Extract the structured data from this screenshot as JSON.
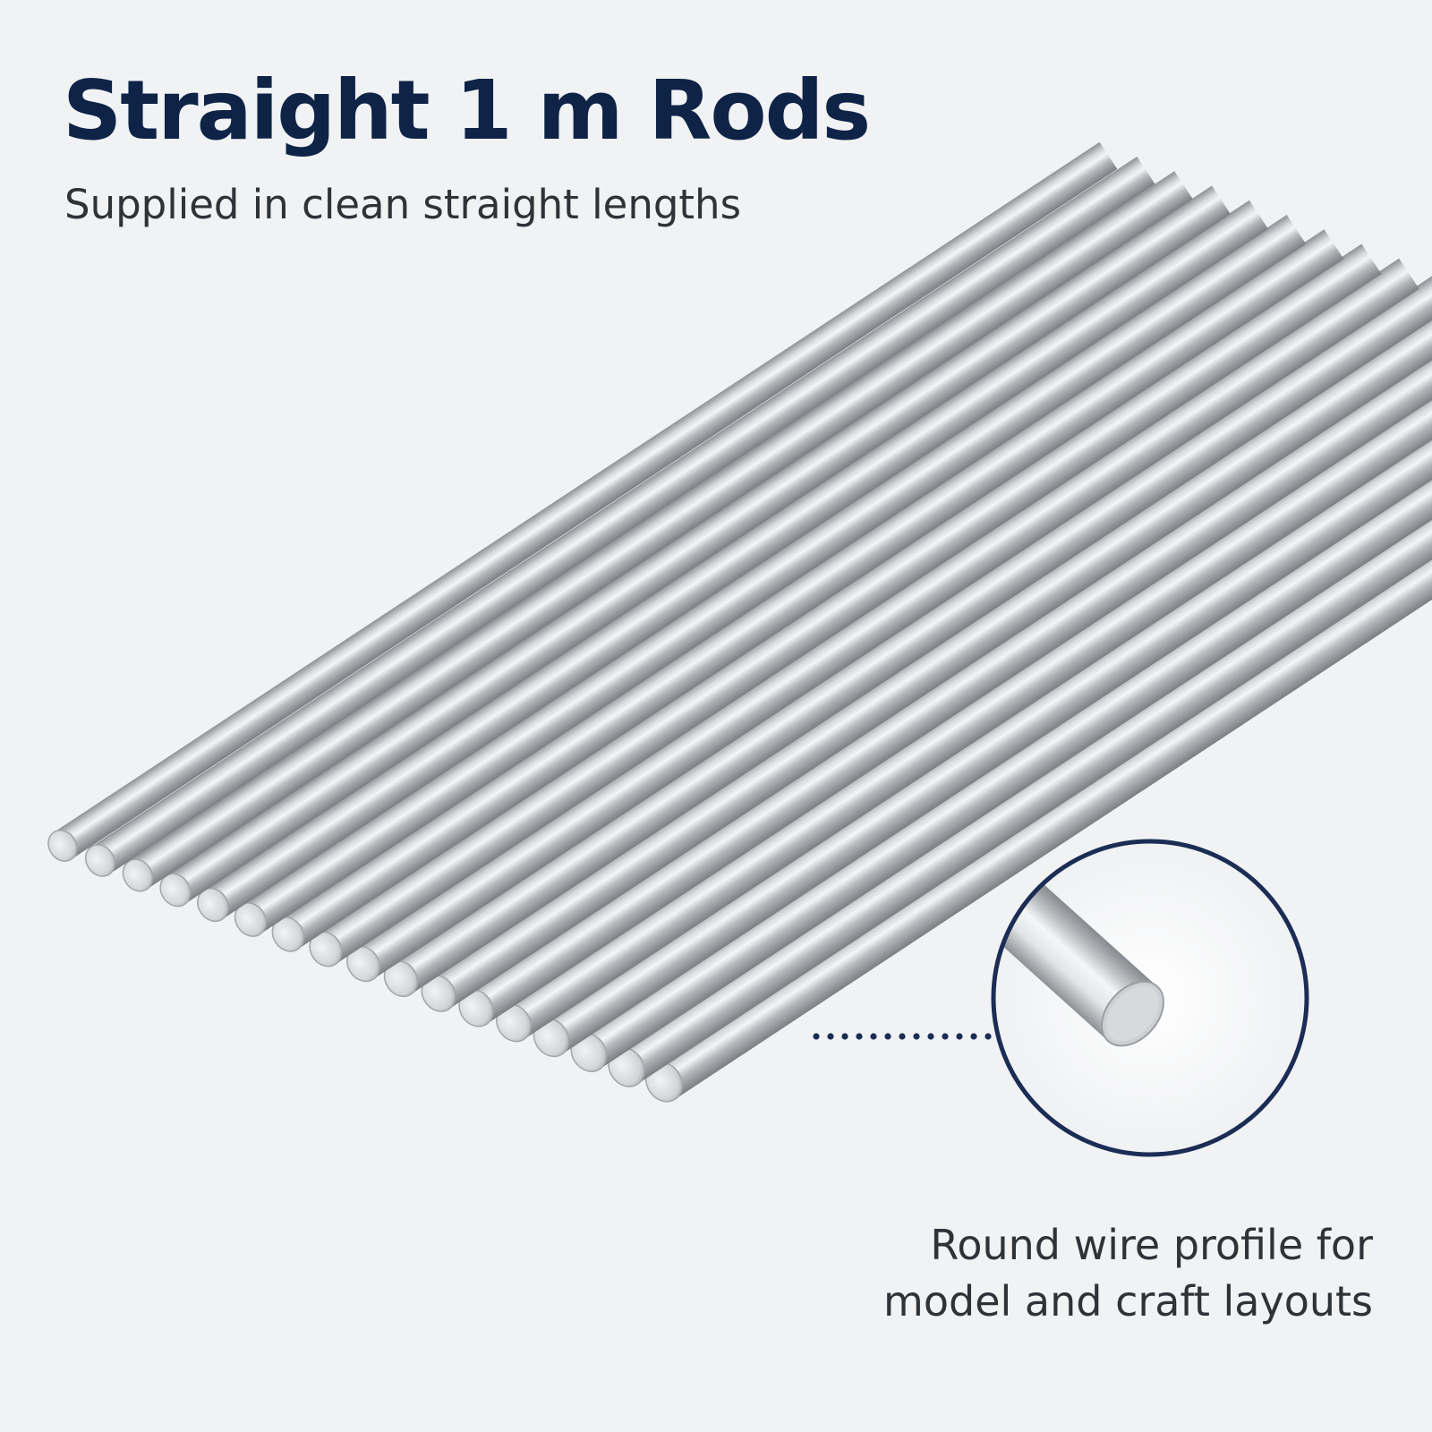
{
  "headline": "Straight 1 m Rods",
  "subheadline": "Supplied in clean straight lengths",
  "callout": {
    "line1": "Round wire profile for",
    "line2": "model and craft layouts"
  },
  "colors": {
    "headline": "#0f2347",
    "body_text": "#2e3338",
    "accent_ring": "#1b2d55",
    "background": "#f1f2f4",
    "rod_metal": "#c3c6ca"
  },
  "rod_count": 17
}
